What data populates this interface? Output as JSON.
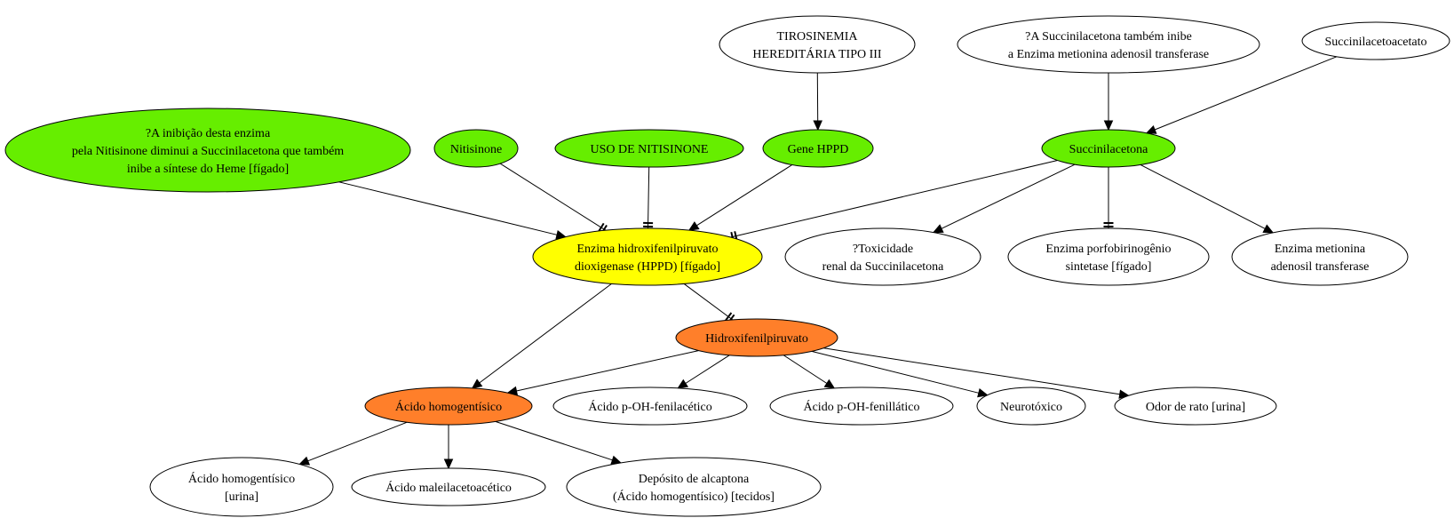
{
  "colors": {
    "green": "#66ee00",
    "yellow": "#ffff00",
    "orange": "#ff7f2a",
    "white": "#ffffff"
  },
  "nodes": {
    "tirosinemia": {
      "lines": [
        "TIROSINEMIA",
        "HEREDITÁRIA TIPO III"
      ],
      "fill": "white"
    },
    "succ_inibe": {
      "lines": [
        "?A Succinilacetona também inibe",
        "a Enzima metionina adenosil transferase"
      ],
      "fill": "white"
    },
    "succinilacetoacetato": {
      "lines": [
        "Succinilacetoacetato"
      ],
      "fill": "white"
    },
    "inibicao": {
      "lines": [
        "?A inibição desta enzima",
        "pela Nitisinone diminui a Succinilacetona que também",
        "inibe a síntese do Heme [fígado]"
      ],
      "fill": "green"
    },
    "nitisinone": {
      "lines": [
        "Nitisinone"
      ],
      "fill": "green"
    },
    "uso_nitisinone": {
      "lines": [
        "USO DE NITISINONE"
      ],
      "fill": "green"
    },
    "gene_hppd": {
      "lines": [
        "Gene HPPD"
      ],
      "fill": "green"
    },
    "succinilacetona": {
      "lines": [
        "Succinilacetona"
      ],
      "fill": "green"
    },
    "hppd": {
      "lines": [
        "Enzima hidroxifenilpiruvato",
        "dioxigenase (HPPD) [fígado]"
      ],
      "fill": "yellow"
    },
    "toxicidade": {
      "lines": [
        "?Toxicidade",
        "renal da Succinilacetona"
      ],
      "fill": "white"
    },
    "porfobilinogenio": {
      "lines": [
        "Enzima porfobirinogênio",
        "sintetase [fígado]"
      ],
      "fill": "white"
    },
    "metionina": {
      "lines": [
        "Enzima metionina",
        "adenosil transferase"
      ],
      "fill": "white"
    },
    "hidroxifenilpiruvato": {
      "lines": [
        "Hidroxifenilpiruvato"
      ],
      "fill": "orange"
    },
    "homogentisico": {
      "lines": [
        "Ácido homogentísico"
      ],
      "fill": "orange"
    },
    "fenilacetico": {
      "lines": [
        "Ácido p-OH-fenilacético"
      ],
      "fill": "white"
    },
    "fenillatico": {
      "lines": [
        "Ácido p-OH-fenillático"
      ],
      "fill": "white"
    },
    "neurotoxico": {
      "lines": [
        "Neurotóxico"
      ],
      "fill": "white"
    },
    "odor": {
      "lines": [
        "Odor de rato [urina]"
      ],
      "fill": "white"
    },
    "homog_urina": {
      "lines": [
        "Ácido homogentísico",
        "[urina]"
      ],
      "fill": "white"
    },
    "maleilacetoacetico": {
      "lines": [
        "Ácido maleilacetoacético"
      ],
      "fill": "white"
    },
    "alcaptona": {
      "lines": [
        "Depósito de alcaptona",
        "(Ácido homogentísico) [tecidos]"
      ],
      "fill": "white"
    }
  },
  "edges": [
    {
      "from": "tirosinemia",
      "to": "gene_hppd",
      "type": "arrow"
    },
    {
      "from": "succ_inibe",
      "to": "succinilacetona",
      "type": "arrow"
    },
    {
      "from": "succinilacetoacetato",
      "to": "succinilacetona",
      "type": "arrow"
    },
    {
      "from": "inibicao",
      "to": "hppd",
      "type": "arrow"
    },
    {
      "from": "nitisinone",
      "to": "hppd",
      "type": "tee"
    },
    {
      "from": "uso_nitisinone",
      "to": "hppd",
      "type": "tee"
    },
    {
      "from": "gene_hppd",
      "to": "hppd",
      "type": "arrow"
    },
    {
      "from": "succinilacetona",
      "to": "hppd",
      "type": "tee"
    },
    {
      "from": "succinilacetona",
      "to": "toxicidade",
      "type": "arrow"
    },
    {
      "from": "succinilacetona",
      "to": "porfobilinogenio",
      "type": "tee"
    },
    {
      "from": "succinilacetona",
      "to": "metionina",
      "type": "arrow"
    },
    {
      "from": "hppd",
      "to": "hidroxifenilpiruvato",
      "type": "tee"
    },
    {
      "from": "hppd",
      "to": "homogentisico",
      "type": "arrow"
    },
    {
      "from": "hidroxifenilpiruvato",
      "to": "homogentisico",
      "type": "arrow"
    },
    {
      "from": "hidroxifenilpiruvato",
      "to": "fenilacetico",
      "type": "arrow"
    },
    {
      "from": "hidroxifenilpiruvato",
      "to": "fenillatico",
      "type": "arrow"
    },
    {
      "from": "hidroxifenilpiruvato",
      "to": "neurotoxico",
      "type": "arrow"
    },
    {
      "from": "hidroxifenilpiruvato",
      "to": "odor",
      "type": "arrow"
    },
    {
      "from": "homogentisico",
      "to": "homog_urina",
      "type": "arrow"
    },
    {
      "from": "homogentisico",
      "to": "maleilacetoacetico",
      "type": "arrow"
    },
    {
      "from": "homogentisico",
      "to": "alcaptona",
      "type": "arrow"
    }
  ]
}
